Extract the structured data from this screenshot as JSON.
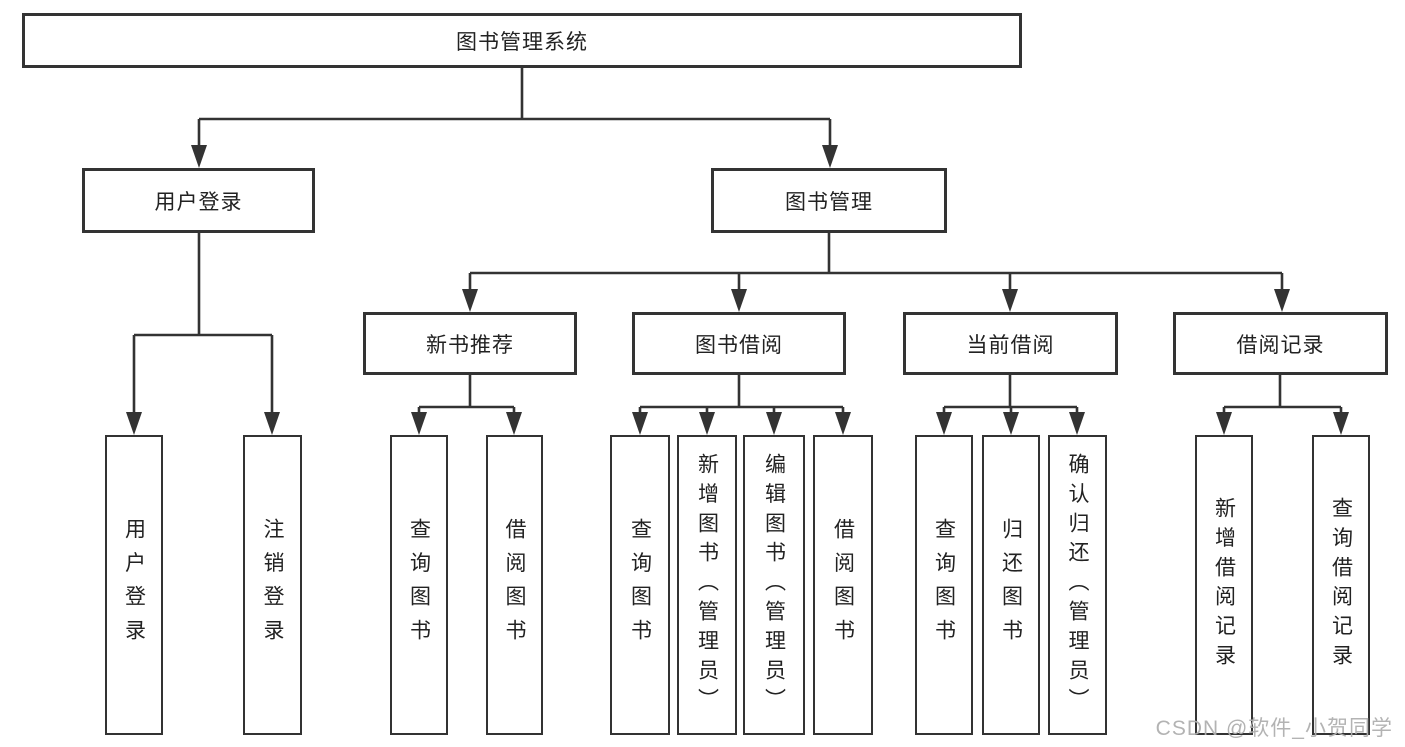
{
  "diagram": {
    "root": {
      "label": "图书管理系统",
      "children": [
        {
          "label": "用户登录",
          "children": [
            {
              "label": "用户登录"
            },
            {
              "label": "注销登录"
            }
          ]
        },
        {
          "label": "图书管理",
          "children": [
            {
              "label": "新书推荐",
              "children": [
                {
                  "label": "查询图书"
                },
                {
                  "label": "借阅图书"
                }
              ]
            },
            {
              "label": "图书借阅",
              "children": [
                {
                  "label": "查询图书"
                },
                {
                  "label": "新增图书（管理员）"
                },
                {
                  "label": "编辑图书（管理员）"
                },
                {
                  "label": "借阅图书"
                }
              ]
            },
            {
              "label": "当前借阅",
              "children": [
                {
                  "label": "查询图书"
                },
                {
                  "label": "归还图书"
                },
                {
                  "label": "确认归还（管理员）"
                }
              ]
            },
            {
              "label": "借阅记录",
              "children": [
                {
                  "label": "新增借阅记录"
                },
                {
                  "label": "查询借阅记录"
                }
              ]
            }
          ]
        }
      ]
    }
  },
  "watermark": {
    "text": "CSDN @软件_小贺同学"
  },
  "colors": {
    "line": "#333333",
    "box_border": "#333333",
    "text": "#222222",
    "watermark": "#afafaf",
    "background": "#ffffff"
  }
}
